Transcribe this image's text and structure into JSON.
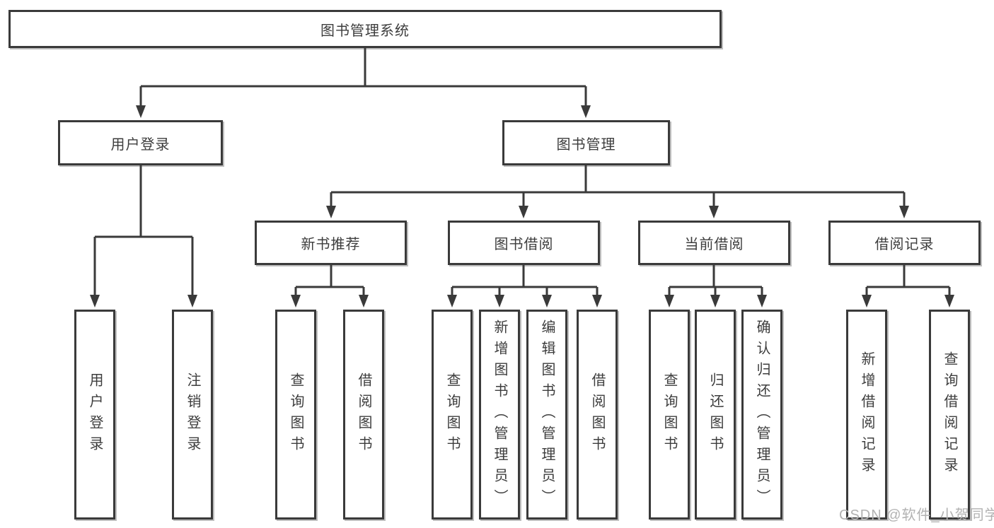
{
  "colors": {
    "line": "#3a3a3a",
    "box_border": "#3a3a3a",
    "text": "#3d3d3d",
    "watermark_text": "#b2b2b2",
    "background": "#ffffff"
  },
  "diagram": {
    "root": {
      "label": "图书管理系统"
    },
    "level2": [
      {
        "label": "用户登录"
      },
      {
        "label": "图书管理"
      }
    ],
    "level3": [
      {
        "label": "新书推荐",
        "parent": "图书管理"
      },
      {
        "label": "图书借阅",
        "parent": "图书管理"
      },
      {
        "label": "当前借阅",
        "parent": "图书管理"
      },
      {
        "label": "借阅记录",
        "parent": "图书管理"
      }
    ],
    "leaves": [
      {
        "label": "用户登录",
        "parent": "用户登录"
      },
      {
        "label": "注销登录",
        "parent": "用户登录"
      },
      {
        "label": "查询图书",
        "parent": "新书推荐"
      },
      {
        "label": "借阅图书",
        "parent": "新书推荐"
      },
      {
        "label": "查询图书",
        "parent": "图书借阅"
      },
      {
        "label": "新增图书（管理员）",
        "parent": "图书借阅"
      },
      {
        "label": "编辑图书（管理员）",
        "parent": "图书借阅"
      },
      {
        "label": "借阅图书",
        "parent": "图书借阅"
      },
      {
        "label": "查询图书",
        "parent": "当前借阅"
      },
      {
        "label": "归还图书",
        "parent": "当前借阅"
      },
      {
        "label": "确认归还（管理员）",
        "parent": "当前借阅"
      },
      {
        "label": "新增借阅记录",
        "parent": "借阅记录"
      },
      {
        "label": "查询借阅记录",
        "parent": "借阅记录"
      }
    ]
  },
  "watermark": {
    "text": "CSDN @软件_小贺同学"
  }
}
